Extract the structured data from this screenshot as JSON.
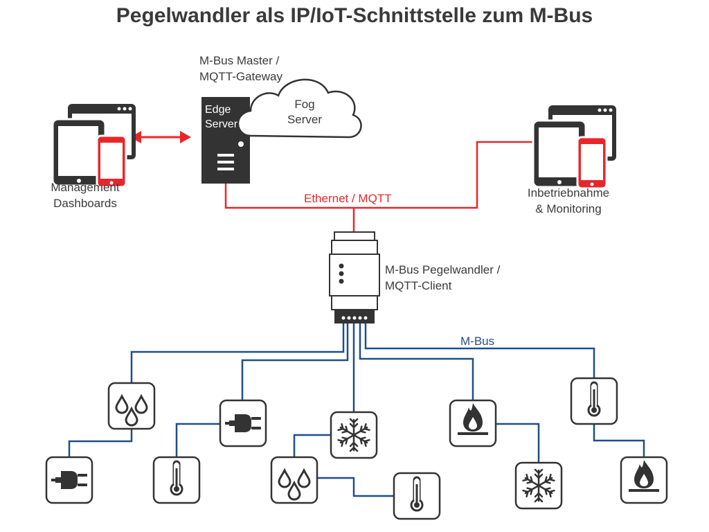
{
  "title": "Pegelwandler als IP/IoT-Schnittstelle zum M-Bus",
  "labels": {
    "master_line1": "M-Bus Master /",
    "master_line2": "MQTT-Gateway",
    "edge_line1": "Edge",
    "edge_line2": "Server",
    "fog_line1": "Fog",
    "fog_line2": "Server",
    "mgmt_line1": "Management",
    "mgmt_line2": "Dashboards",
    "inbetrieb_line1": "Inbetriebnahme",
    "inbetrieb_line2": "& Monitoring",
    "ethernet": "Ethernet / MQTT",
    "converter_line1": "M-Bus Pegelwandler  /",
    "converter_line2": "MQTT-Client",
    "mbus": "M-Bus"
  },
  "colors": {
    "ethernet_line": "#e8262a",
    "mbus_line": "#1f4e8c",
    "device_dark": "#333333",
    "text": "#3a3a3a"
  },
  "meters": [
    {
      "id": "water-1",
      "icon": "water-drops-icon"
    },
    {
      "id": "power-1",
      "icon": "power-plug-icon"
    },
    {
      "id": "cold-1",
      "icon": "snowflake-icon"
    },
    {
      "id": "gas-1",
      "icon": "gas-flame-icon"
    },
    {
      "id": "temp-1",
      "icon": "thermometer-icon"
    },
    {
      "id": "power-2",
      "icon": "power-plug-icon"
    },
    {
      "id": "temp-2",
      "icon": "thermometer-icon"
    },
    {
      "id": "water-2",
      "icon": "water-drops-icon"
    },
    {
      "id": "temp-3",
      "icon": "thermometer-icon"
    },
    {
      "id": "cold-2",
      "icon": "snowflake-icon"
    },
    {
      "id": "gas-2",
      "icon": "gas-flame-icon"
    }
  ]
}
